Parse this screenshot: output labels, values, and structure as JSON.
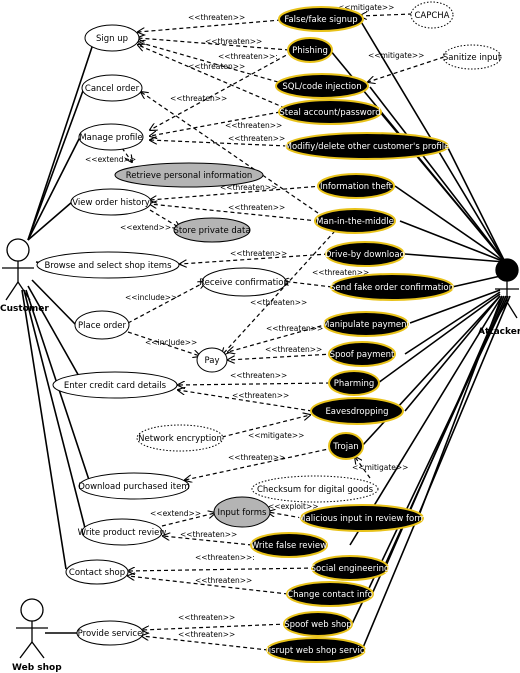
{
  "actors": {
    "customer": "Customer",
    "attacker": "Attacker",
    "webshop": "Web shop"
  },
  "use_cases": {
    "sign_up": "Sign up",
    "cancel_order": "Cancel order",
    "manage_profile": "Manage profile",
    "retrieve_info": "Retrieve personal information",
    "view_history": "View order history",
    "store_data": "Store private data",
    "browse": "Browse and select shop items",
    "receive_conf": "Receive confirmation",
    "place_order": "Place order",
    "pay": "Pay",
    "enter_card": "Enter credit card details",
    "download": "Download purchased item",
    "input_forms": "Input forms",
    "write_review": "Write product review",
    "contact_shop": "Contact shop",
    "provide_service": "Provide service"
  },
  "misuse_cases": {
    "false_signup": "False/fake signup",
    "phishing": "Phishing",
    "sql_injection": "SQL/code injection",
    "steal_account": "Steal account/password",
    "modify_profile": "Modifiy/delete other customer's profile",
    "info_theft": "Information theft",
    "mitm": "Man-in-the-middle",
    "drive_by": "Drive-by download",
    "fake_conf": "Send fake order confirmation",
    "manipulate_payment": "Manipulate payment",
    "spoof_payment": "Spoof payment",
    "pharming": "Pharming",
    "eavesdropping": "Eavesdropping",
    "trojan": "Trojan",
    "malicious_input": "Malicious input in review form",
    "write_false_review": "Write false review",
    "social_eng": "Social engineering",
    "change_contact": "Change contact info",
    "spoof_webshop": "Spoof web shop",
    "disrupt_webshop": "Disrupt web shop service"
  },
  "mitigations": {
    "captcha": "CAPCHA",
    "sanitize": "Sanitize input",
    "network_enc": "Network encryption",
    "checksum": "Checksum for digital goods"
  },
  "relations": {
    "threaten": "<<threaten>>",
    "threaten_colon": "<<threaten>>:",
    "mitigate": "<<mitigate>>",
    "extend": "<<extend>>",
    "include": "<<include>>",
    "exploit": "<<exploit>>"
  },
  "colors": {
    "misuse_fill": "#000000",
    "misuse_border": "#e8c21a",
    "misuse_text": "#ffffff",
    "grey_fill": "#b4b4b4",
    "line": "#000000"
  }
}
